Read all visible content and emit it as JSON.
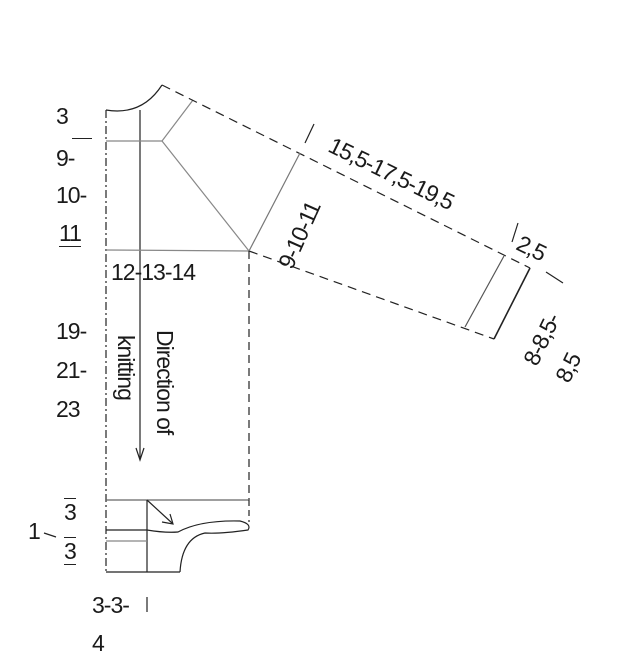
{
  "measurements": {
    "neck_depth": "3",
    "armhole_depth_line1": "9-",
    "armhole_depth_line2": "10-",
    "armhole_depth_line3": "11",
    "width": "12-13-14",
    "body_length_line1": "19-",
    "body_length_line2": "21-",
    "body_length_line3": "23",
    "sleeve_top": "9-10-11",
    "sleeve_length": "15,5-17,5-19,5",
    "cuff_length": "2,5",
    "sleeve_bottom_line1": "8-8,5-",
    "sleeve_bottom_line2": "8,5",
    "pocket_side": "1",
    "pocket_upper": "3",
    "pocket_lower": "3",
    "pocket_width_line1": "3-3-",
    "pocket_width_line2": "4"
  },
  "direction_label": {
    "line1": "Direction of",
    "line2": "knitting"
  }
}
